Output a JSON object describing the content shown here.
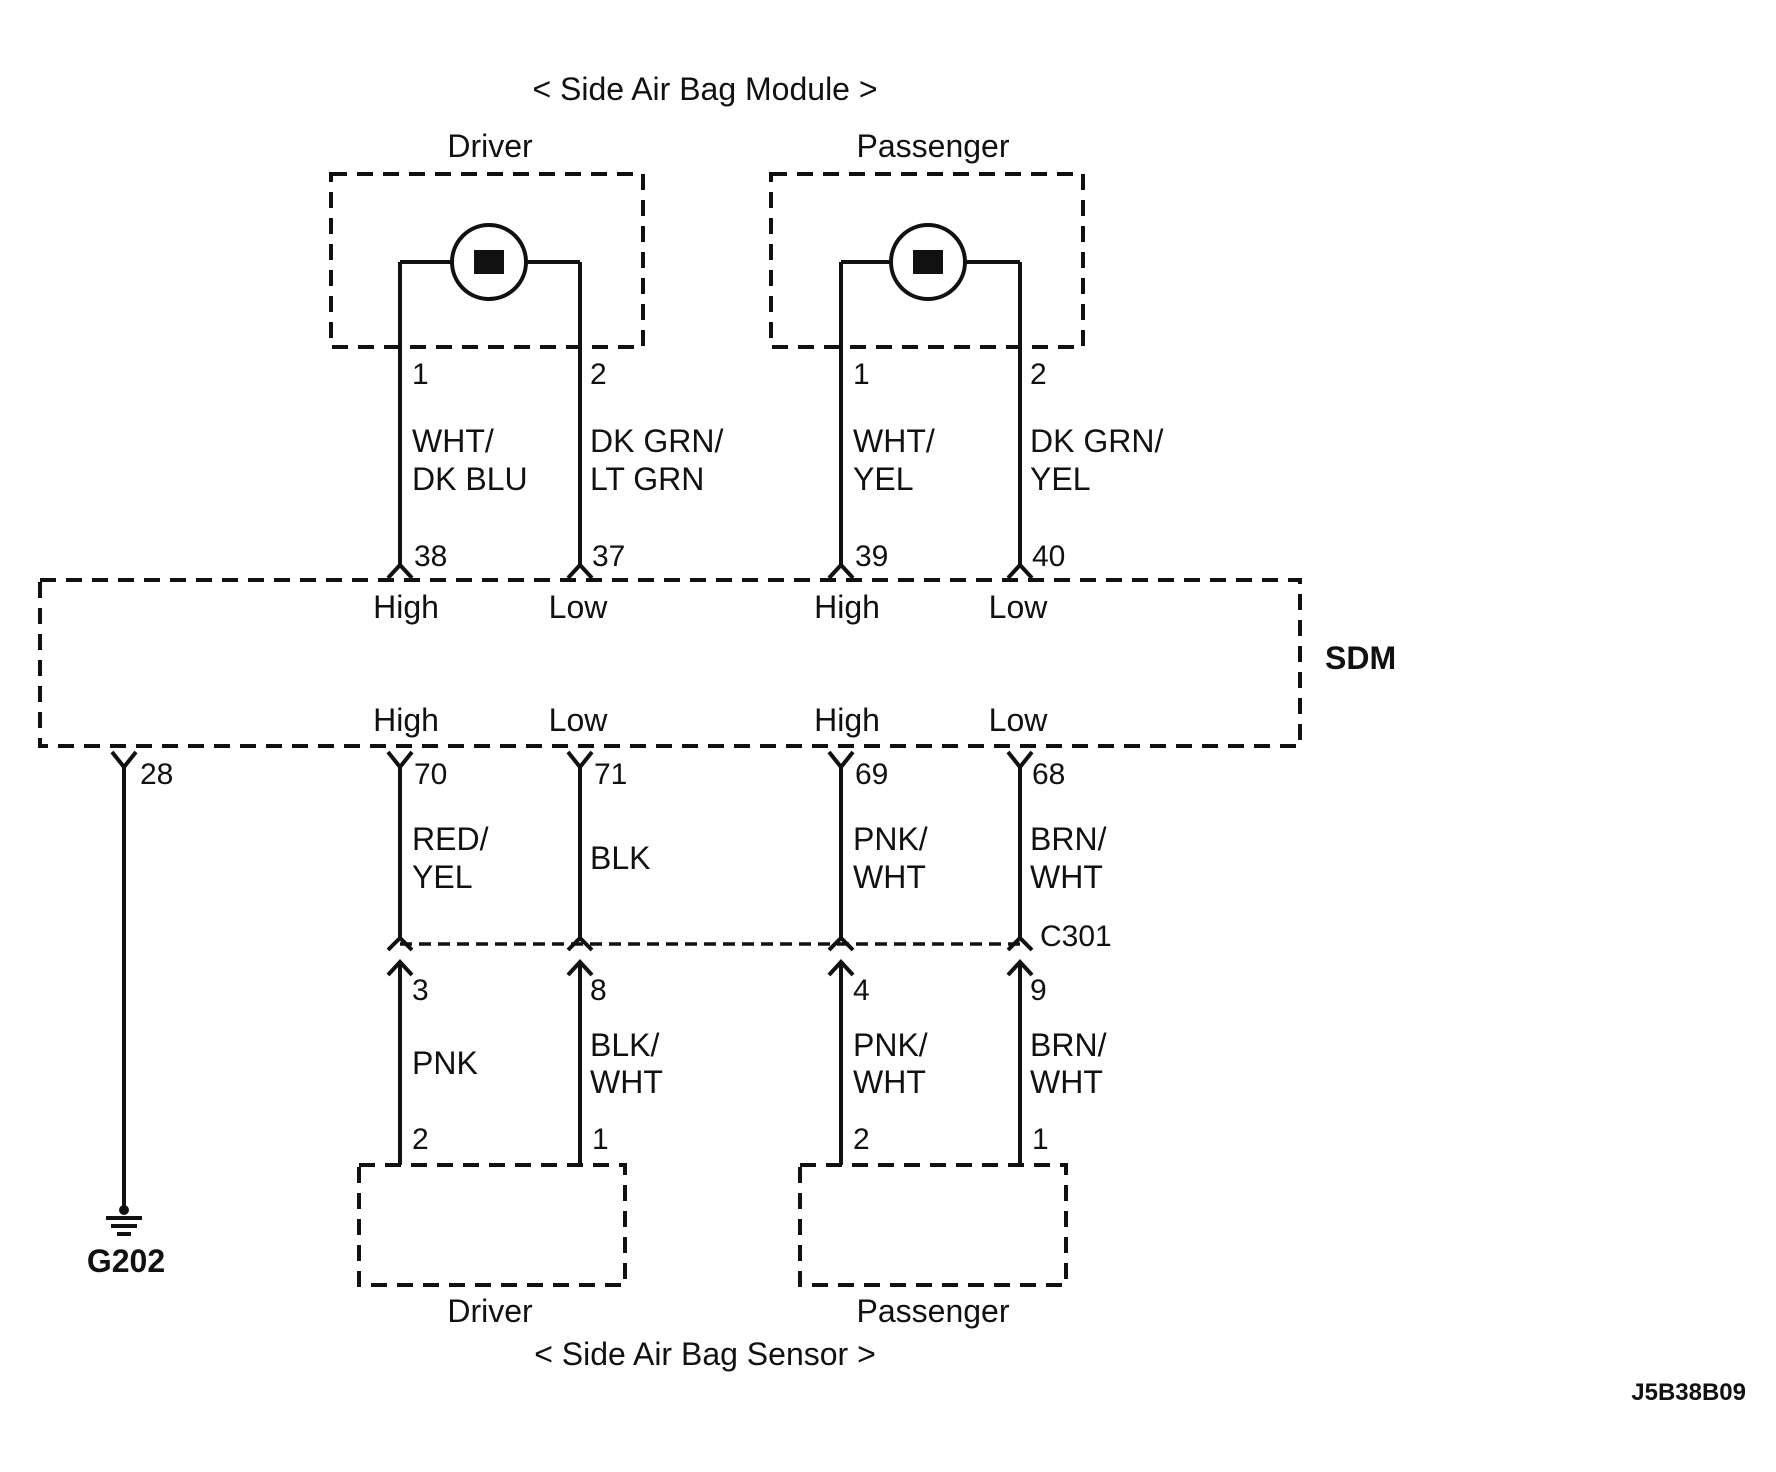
{
  "modules": {
    "title": "< Side Air Bag Module >",
    "driver_label": "Driver",
    "passenger_label": "Passenger"
  },
  "sensors": {
    "title": "< Side Air Bag Sensor >",
    "driver_label": "Driver",
    "passenger_label": "Passenger"
  },
  "sdm": {
    "label": "SDM",
    "top_labels": [
      "High",
      "Low",
      "High",
      "Low"
    ],
    "bottom_labels": [
      "High",
      "Low",
      "High",
      "Low"
    ]
  },
  "upper_circuits": [
    {
      "module_pin": "1",
      "wire_1": "WHT/",
      "wire_2": "DK BLU",
      "sdm_pin": "38"
    },
    {
      "module_pin": "2",
      "wire_1": "DK GRN/",
      "wire_2": "LT GRN",
      "sdm_pin": "37"
    },
    {
      "module_pin": "1",
      "wire_1": "WHT/",
      "wire_2": "YEL",
      "sdm_pin": "39"
    },
    {
      "module_pin": "2",
      "wire_1": "DK GRN/",
      "wire_2": "YEL",
      "sdm_pin": "40"
    }
  ],
  "lower_circuits": [
    {
      "sdm_pin": "70",
      "wire_1": "RED/",
      "wire_2": "YEL",
      "c301_pin": "3",
      "wire_3": "PNK",
      "wire_4": "",
      "sensor_pin": "2"
    },
    {
      "sdm_pin": "71",
      "wire_1": "BLK",
      "wire_2": "",
      "c301_pin": "8",
      "wire_3": "BLK/",
      "wire_4": "WHT",
      "sensor_pin": "1"
    },
    {
      "sdm_pin": "69",
      "wire_1": "PNK/",
      "wire_2": "WHT",
      "c301_pin": "4",
      "wire_3": "PNK/",
      "wire_4": "WHT",
      "sensor_pin": "2"
    },
    {
      "sdm_pin": "68",
      "wire_1": "BRN/",
      "wire_2": "WHT",
      "c301_pin": "9",
      "wire_3": "BRN/",
      "wire_4": "WHT",
      "sensor_pin": "1"
    }
  ],
  "ground": {
    "sdm_pin": "28",
    "label": "G202"
  },
  "connector": {
    "label": "C301"
  },
  "figure_id": "J5B38B09"
}
